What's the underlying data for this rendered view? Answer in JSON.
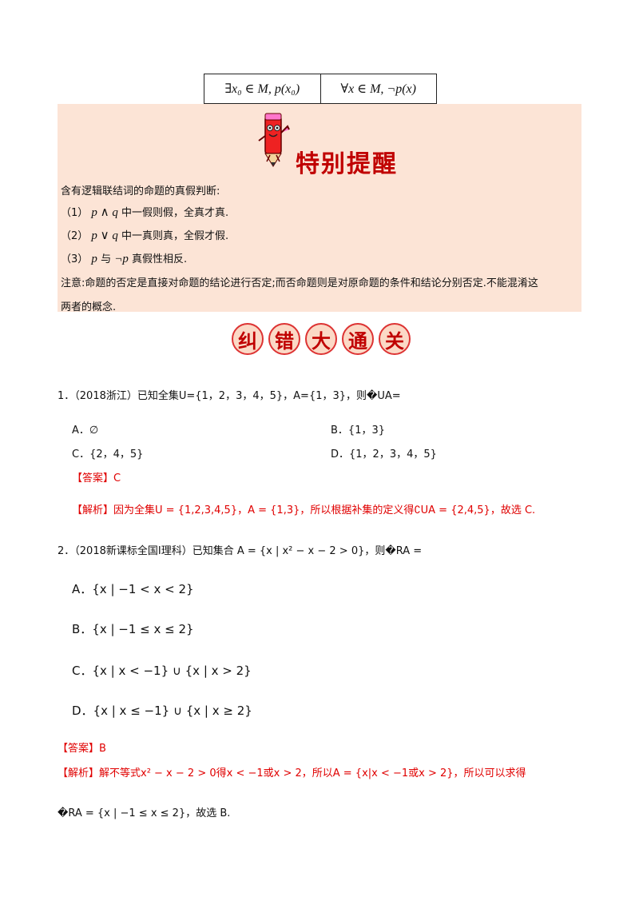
{
  "table": {
    "left": "∃x₀ ∈ M, p(x₀)",
    "right": "∀x ∈ M, ¬p(x)"
  },
  "tips": {
    "title": "特别提醒",
    "intro": "含有逻辑联结词的命题的真假判断:",
    "item1_num": "（1）",
    "item1_math": "p ∧ q",
    "item1_text": "中一假则假，全真才真.",
    "item2_num": "（2）",
    "item2_math": "p ∨ q",
    "item2_text": "中一真则真，全假才假.",
    "item3_num": "（3）",
    "item3_math": "p",
    "item3_mid": "与",
    "item3_math2": "¬p",
    "item3_text": "真假性相反.",
    "note_line1": "注意:命题的否定是直接对命题的结论进行否定;而否命题则是对原命题的条件和结论分别否定.不能混淆这",
    "note_line2": "两者的概念."
  },
  "banner": {
    "chars": [
      "纠",
      "错",
      "大",
      "通",
      "关"
    ]
  },
  "q1": {
    "stem": "1．（2018浙江）已知全集U={1，2，3，4，5}，A={1，3}，则�UA=",
    "optA": "A．∅",
    "optB": "B．{1，3}",
    "optC": "C．{2，4，5}",
    "optD": "D．{1，2，3，4，5}",
    "answer": "【答案】C",
    "analysis": "【解析】因为全集U = {1,2,3,4,5}，A = {1,3}，所以根据补集的定义得∁UA = {2,4,5}，故选 C."
  },
  "q2": {
    "stem": "2．（2018新课标全国Ⅰ理科）已知集合 A = {x | x² − x − 2 > 0}，则�RA =",
    "optA": "A．{x | −1 < x < 2}",
    "optB": "B．{x | −1 ≤ x ≤ 2}",
    "optC": "C．{x | x < −1} ∪ {x | x > 2}",
    "optD": "D．{x | x ≤ −1} ∪ {x | x ≥ 2}",
    "answer": "【答案】B",
    "analysis1": "【解析】解不等式x² − x − 2 > 0得x < −1或x > 2，所以A = {x|x < −1或x > 2}，所以可以求得",
    "analysis2": "�RA = {x | −1 ≤ x ≤ 2}，故选 B."
  }
}
